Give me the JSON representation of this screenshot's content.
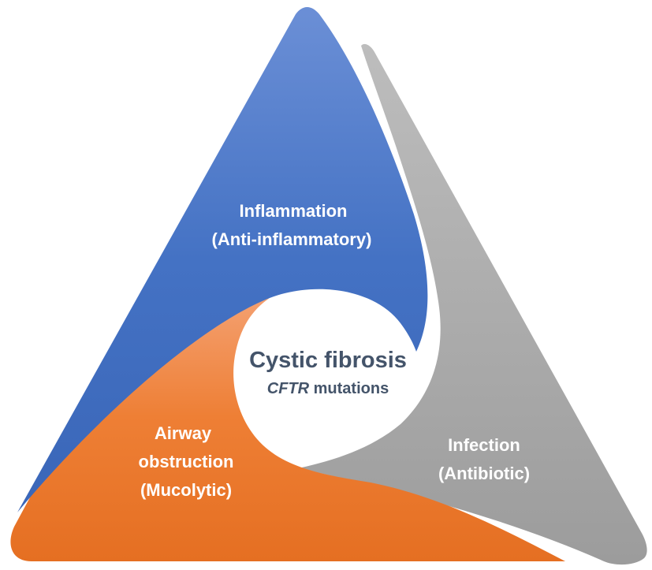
{
  "diagram": {
    "colors": {
      "inflammation": "#4472C4",
      "infection": "#A5A5A5",
      "airway": "#ED7D31",
      "center_text": "#44546A",
      "label_text": "#FFFFFF"
    },
    "center": {
      "title": "Cystic fibrosis",
      "sub_italic": "CFTR",
      "sub_rest": " mutations"
    },
    "segments": {
      "inflammation": {
        "line1": "Inflammation",
        "line2": "(Anti-inflammatory)"
      },
      "infection": {
        "line1": "Infection",
        "line2": "(Antibiotic)"
      },
      "airway": {
        "line1": "Airway",
        "line2": "obstruction",
        "line3": "(Mucolytic)"
      }
    }
  }
}
